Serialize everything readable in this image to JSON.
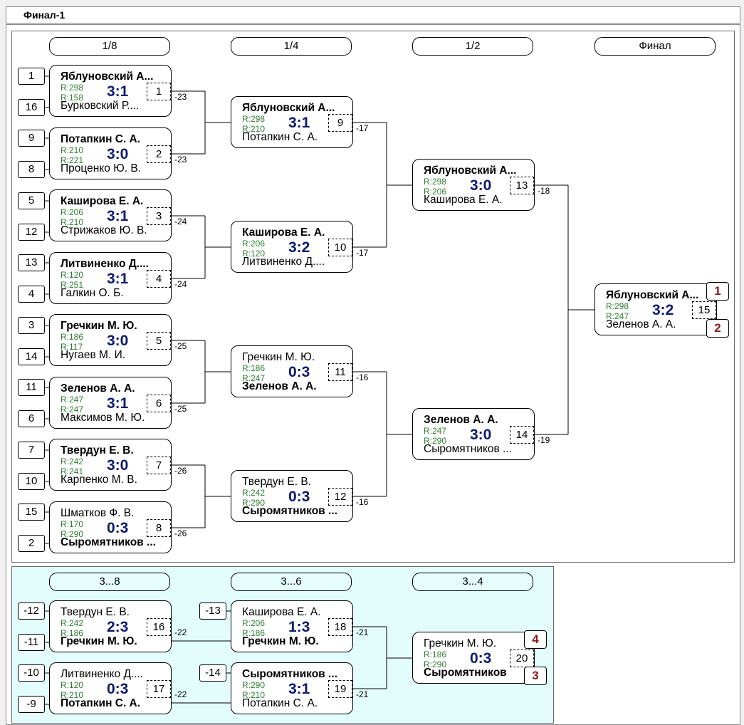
{
  "title": "Финал-1",
  "rounds_main": [
    "1/8",
    "1/4",
    "1/2",
    "Финал"
  ],
  "rounds_consolation": [
    "3...8",
    "3...6",
    "3...4"
  ],
  "seeds": [
    "1",
    "16",
    "9",
    "8",
    "5",
    "12",
    "13",
    "4",
    "3",
    "14",
    "11",
    "6",
    "7",
    "10",
    "15",
    "2",
    "-12",
    "-11",
    "-10",
    "-9",
    "-13",
    "-14"
  ],
  "matches": [
    {
      "p1": "Яблуновский А...",
      "p2": "Бурковский Р....",
      "r1": "R:298",
      "r2": "R:158",
      "score": "3:1",
      "no": "1",
      "loss": "-23"
    },
    {
      "p1": "Потапкин С. А.",
      "p2": "Проценко Ю. В.",
      "r1": "R:210",
      "r2": "R:221",
      "score": "3:0",
      "no": "2",
      "loss": "-23"
    },
    {
      "p1": "Каширова Е. А.",
      "p2": "Стрижаков Ю. В.",
      "r1": "R:206",
      "r2": "R:210",
      "score": "3:1",
      "no": "3",
      "loss": "-24"
    },
    {
      "p1": "Литвиненко Д....",
      "p2": "Галкин О. Б.",
      "r1": "R:120",
      "r2": "R:251",
      "score": "3:1",
      "no": "4",
      "loss": "-24"
    },
    {
      "p1": "Гречкин М. Ю.",
      "p2": "Нугаев М. И.",
      "r1": "R:186",
      "r2": "R:117",
      "score": "3:0",
      "no": "5",
      "loss": "-25"
    },
    {
      "p1": "Зеленов А. А.",
      "p2": "Максимов М. Ю.",
      "r1": "R:247",
      "r2": "R:247",
      "score": "3:1",
      "no": "6",
      "loss": "-25"
    },
    {
      "p1": "Твердун Е. В.",
      "p2": "Карпенко М. В.",
      "r1": "R:242",
      "r2": "R:241",
      "score": "3:0",
      "no": "7",
      "loss": "-26"
    },
    {
      "p1": "Шматков Ф. В.",
      "p2": "Сыромятников ...",
      "r1": "R:170",
      "r2": "R:290",
      "score": "0:3",
      "no": "8",
      "loss": "-26"
    },
    {
      "p1": "Яблуновский А...",
      "p2": "Потапкин С. А.",
      "r1": "R:298",
      "r2": "R:210",
      "score": "3:1",
      "no": "9",
      "loss": "-17"
    },
    {
      "p1": "Каширова Е. А.",
      "p2": "Литвиненко Д....",
      "r1": "R:206",
      "r2": "R:120",
      "score": "3:2",
      "no": "10",
      "loss": "-17"
    },
    {
      "p1": "Гречкин М. Ю.",
      "p2": "Зеленов А. А.",
      "r1": "R:186",
      "r2": "R:247",
      "score": "0:3",
      "no": "11",
      "loss": "-16"
    },
    {
      "p1": "Твердун Е. В.",
      "p2": "Сыромятников ...",
      "r1": "R:242",
      "r2": "R:290",
      "score": "0:3",
      "no": "12",
      "loss": "-16"
    },
    {
      "p1": "Яблуновский А...",
      "p2": "Каширова Е. А.",
      "r1": "R:298",
      "r2": "R:206",
      "score": "3:0",
      "no": "13",
      "loss": "-18"
    },
    {
      "p1": "Зеленов А. А.",
      "p2": "Сыромятников ...",
      "r1": "R:247",
      "r2": "R:290",
      "score": "3:0",
      "no": "14",
      "loss": "-19"
    },
    {
      "p1": "Яблуновский А...",
      "p2": "Зеленов А. А.",
      "r1": "R:298",
      "r2": "R:247",
      "score": "3:2",
      "no": "15",
      "loss": ""
    },
    {
      "p1": "Твердун Е. В.",
      "p2": "Гречкин М. Ю.",
      "r1": "R:242",
      "r2": "R:186",
      "score": "2:3",
      "no": "16",
      "loss": "-22"
    },
    {
      "p1": "Литвиненко Д....",
      "p2": "Потапкин С. А.",
      "r1": "R:120",
      "r2": "R:210",
      "score": "0:3",
      "no": "17",
      "loss": "-22"
    },
    {
      "p1": "Каширова Е. А.",
      "p2": "Гречкин М. Ю.",
      "r1": "R:206",
      "r2": "R:186",
      "score": "1:3",
      "no": "18",
      "loss": "-21"
    },
    {
      "p1": "Сыромятников ...",
      "p2": "Потапкин С. А.",
      "r1": "R:290",
      "r2": "R:210",
      "score": "3:1",
      "no": "19",
      "loss": "-21"
    },
    {
      "p1": "Гречкин М. Ю.",
      "p2": "Сыромятников",
      "r1": "R:186",
      "r2": "R:290",
      "score": "0:3",
      "no": "20",
      "loss": ""
    }
  ],
  "places": [
    "1",
    "2",
    "4",
    "3"
  ]
}
